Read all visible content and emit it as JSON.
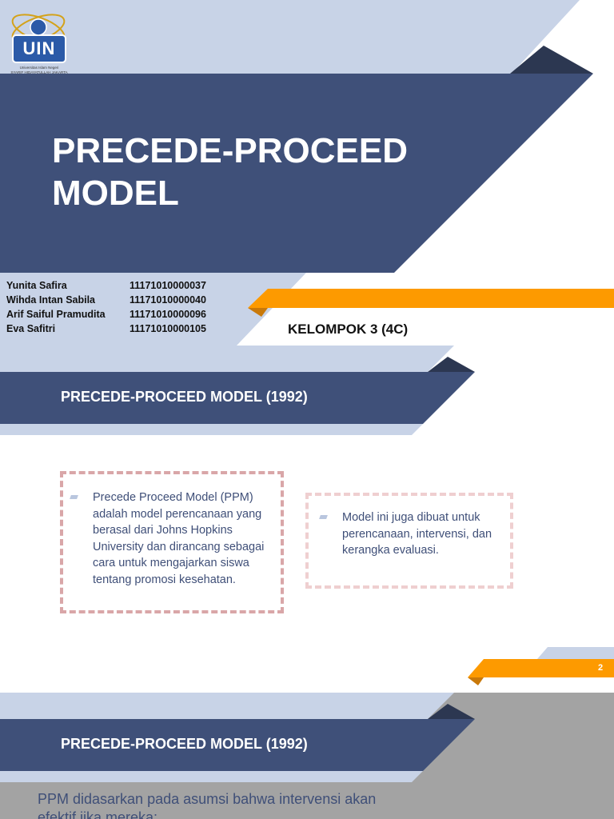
{
  "colors": {
    "navy": "#3f5079",
    "lightblue": "#c8d3e7",
    "dark": "#2c3751",
    "orange": "#fd9a00",
    "pink": "#d9a6a8",
    "gray": "#a3a3a3"
  },
  "slide1": {
    "logo": {
      "text": "UIN",
      "caption_line1": "Universitas Islam Negeri",
      "caption_line2": "SYARIF HIDAYATULLAH JAKARTA"
    },
    "title_line1": "PRECEDE-PROCEED",
    "title_line2": "MODEL",
    "members": [
      {
        "name": "Yunita Safira",
        "id": "11171010000037"
      },
      {
        "name": "Wihda Intan Sabila",
        "id": "11171010000040"
      },
      {
        "name": "Arif Saiful Pramudita",
        "id": "11171010000096"
      },
      {
        "name": "Eva Safitri",
        "id": "11171010000105"
      }
    ],
    "group": "KELOMPOK 3 (4C)"
  },
  "slide2": {
    "title": "PRECEDE-PROCEED MODEL (1992)",
    "box1": "Precede Proceed Model (PPM) adalah model perencanaan yang berasal dari Johns Hopkins University dan dirancang sebagai cara untuk mengajarkan siswa tentang promosi kesehatan.",
    "box2": "Model ini juga dibuat untuk perencanaan, intervensi, dan kerangka evaluasi.",
    "page_number": "2"
  },
  "slide3": {
    "title": "PRECEDE-PROCEED MODEL (1992)",
    "body_line1": "PPM didasarkan pada asumsi bahwa intervensi akan",
    "body_line2": "efektif jika mereka:"
  }
}
